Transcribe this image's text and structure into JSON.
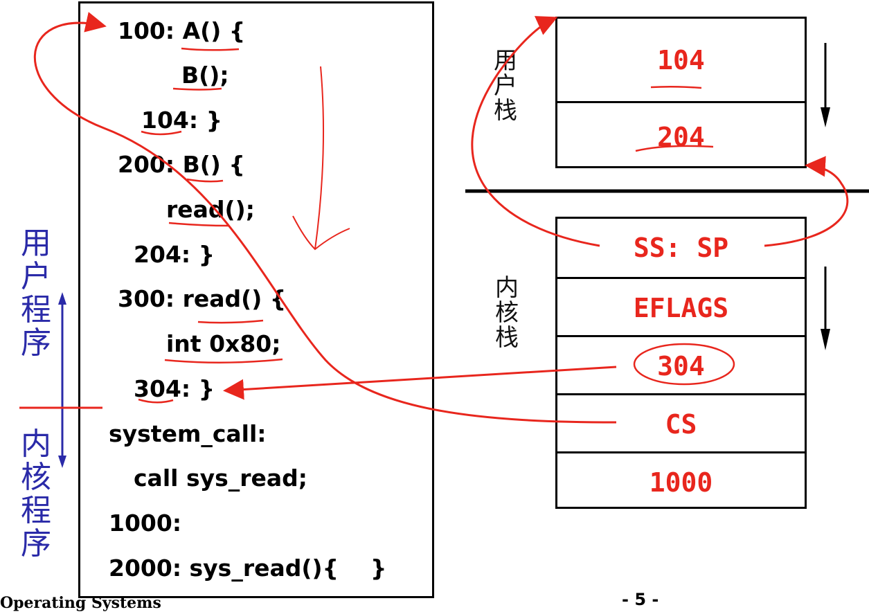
{
  "code": [
    "100: A() {",
    "B();",
    "104: }",
    "200: B() {",
    "read();",
    "204: }",
    "300: read() {",
    "int 0x80;",
    "304: }",
    "system_call:",
    "call sys_read;",
    "1000:",
    "2000: sys_read(){    }"
  ],
  "user_stack": {
    "label": [
      "用",
      "户",
      "栈"
    ],
    "cells": [
      "104",
      "204"
    ]
  },
  "kernel_stack": {
    "label": [
      "内",
      "核",
      "栈"
    ],
    "cells": [
      "SS: SP",
      "EFLAGS",
      "304",
      "CS",
      "1000"
    ]
  },
  "side_labels": {
    "user_program": [
      "用",
      "户",
      "程",
      "序"
    ],
    "kernel_program": [
      "内",
      "核",
      "程",
      "序"
    ]
  },
  "footer": {
    "course": "Operating Systems",
    "page": "- 5 -"
  },
  "colors": {
    "annotation": "#e8261d",
    "side_label": "#2a2aa8",
    "text": "#000000"
  }
}
